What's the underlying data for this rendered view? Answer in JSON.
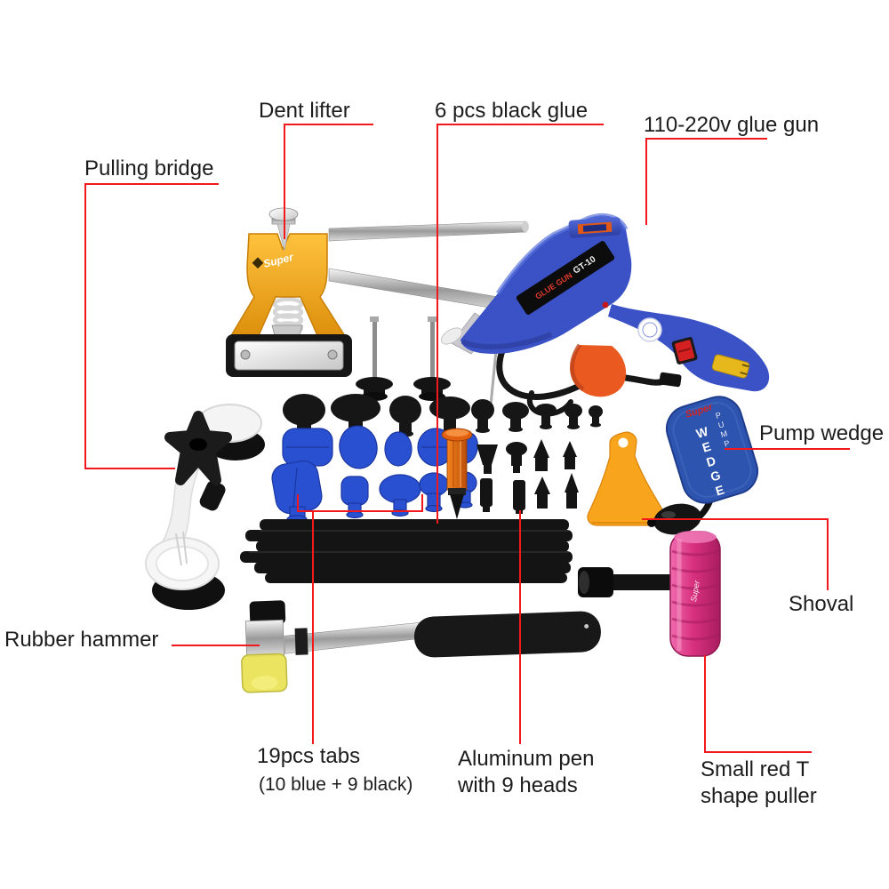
{
  "image_type": "annotated product kit photo (paintless dent repair tool kit)",
  "background": "#ffffff",
  "colors": {
    "leader_line": "#f2181c",
    "label_text": "#1c1c1c",
    "dent_lifter_gold": "#f0a21a",
    "glue_gun_blue": "#3b52c6",
    "trigger_orange": "#ea5a20",
    "blue_tab": "#2a50d2",
    "pump_wedge_blue": "#2d54ae",
    "puller_pink": "#d93a8c",
    "scraper_orange": "#f8a41c",
    "hammer_tip_yellow": "#e9e254",
    "black_parts": "#141414",
    "metal_silver": "#c9c9c9"
  },
  "labels": {
    "pulling_bridge": "Pulling bridge",
    "dent_lifter": "Dent lifter",
    "black_glue": "6 pcs black glue",
    "glue_gun": "110-220v glue gun",
    "pump_wedge": "Pump wedge",
    "shoval": "Shoval",
    "rubber_hammer": "Rubber hammer",
    "tabs_title": "19pcs tabs",
    "tabs_sub": "(10 blue + 9 black)",
    "aluminum_pen_line1": "Aluminum pen",
    "aluminum_pen_line2": "with 9 heads",
    "t_puller_line1": "Small red T",
    "t_puller_line2": "shape puller"
  },
  "markings": {
    "brand": "Super",
    "gun_brand": "GLUE GUN",
    "gun_model": "GT-10",
    "wedge_word": "WEDGE",
    "pump_word": "PUMP"
  }
}
